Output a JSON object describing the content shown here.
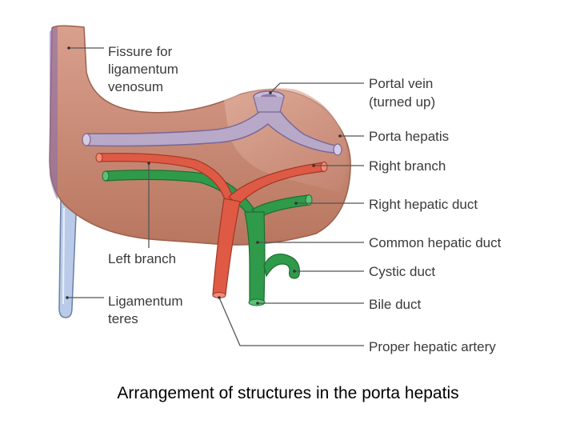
{
  "labels": {
    "fissure": [
      "Fissure for",
      "ligamentum",
      "venosum"
    ],
    "portal_vein": [
      "Portal vein",
      "(turned up)"
    ],
    "porta_hepatis": "Porta hepatis",
    "right_branch": "Right branch",
    "right_hepatic_duct": "Right hepatic duct",
    "common_hepatic_duct": "Common hepatic duct",
    "cystic_duct": "Cystic duct",
    "bile_duct": "Bile duct",
    "proper_hepatic_artery": "Proper hepatic artery",
    "left_branch": "Left branch",
    "ligamentum_teres": [
      "Ligamentum",
      "teres"
    ]
  },
  "caption": "Arrangement of structures in the porta hepatis",
  "colors": {
    "liver": "#c98a77",
    "portal_vein": "#b8a9c9",
    "artery": "#de5a45",
    "bile_duct": "#2f9a4a",
    "ligamentum_teres": "#b9cbe8",
    "leader": "#555555"
  }
}
